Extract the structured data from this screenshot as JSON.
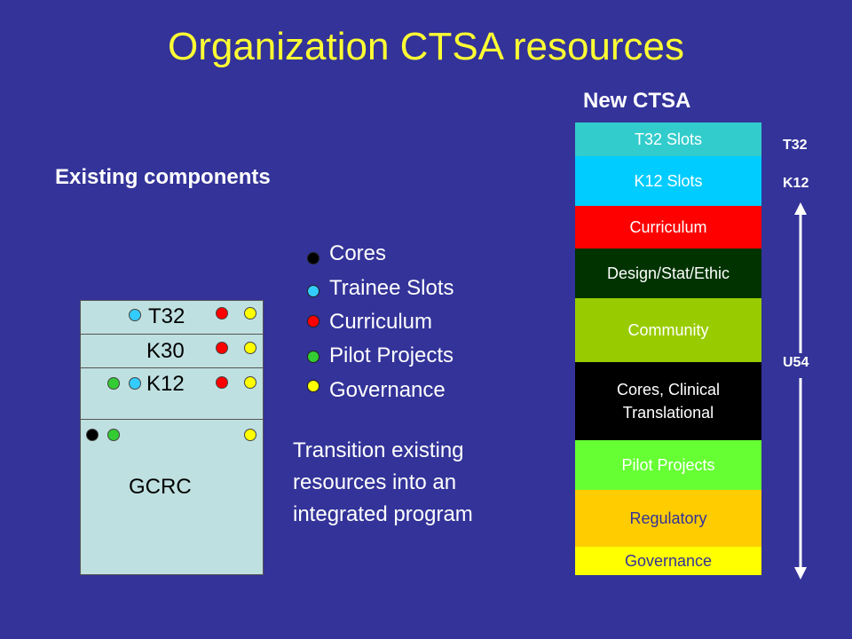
{
  "title": "Organization CTSA resources",
  "existing_heading": "Existing components",
  "new_heading": "New CTSA",
  "existing_stack": {
    "rows": [
      "T32",
      "K30",
      "K12",
      "GCRC"
    ]
  },
  "legend": [
    {
      "label": "Cores",
      "color": "#000000"
    },
    {
      "label": "Trainee Slots",
      "color": "#33ccff"
    },
    {
      "label": "Curriculum",
      "color": "#ff0000"
    },
    {
      "label": "Pilot Projects",
      "color": "#33cc33"
    },
    {
      "label": "Governance",
      "color": "#ffff00"
    }
  ],
  "transition_lines": [
    "Transition existing",
    "resources into an",
    "integrated program"
  ],
  "new_stack": [
    {
      "label": "T32 Slots",
      "bg": "#33cccc",
      "fg": "#ffffff"
    },
    {
      "label": "K12  Slots",
      "bg": "#00ccff",
      "fg": "#ffffff"
    },
    {
      "label": "Curriculum",
      "bg": "#ff0000",
      "fg": "#ffffff"
    },
    {
      "label": "Design/Stat/Ethic",
      "bg": "#003300",
      "fg": "#ffffff"
    },
    {
      "label": "Community",
      "bg": "#99cc00",
      "fg": "#ffffff"
    },
    {
      "label": "Cores, Clinical Translational",
      "bg": "#000000",
      "fg": "#ffffff"
    },
    {
      "label": "Pilot Projects",
      "bg": "#66ff33",
      "fg": "#ffffff"
    },
    {
      "label": "Regulatory",
      "bg": "#ffcc00",
      "fg": "#333399"
    },
    {
      "label": "Governance",
      "bg": "#ffff00",
      "fg": "#333399"
    }
  ],
  "side_labels": {
    "t32": "T32",
    "k12": "K12",
    "u54": "U54"
  }
}
